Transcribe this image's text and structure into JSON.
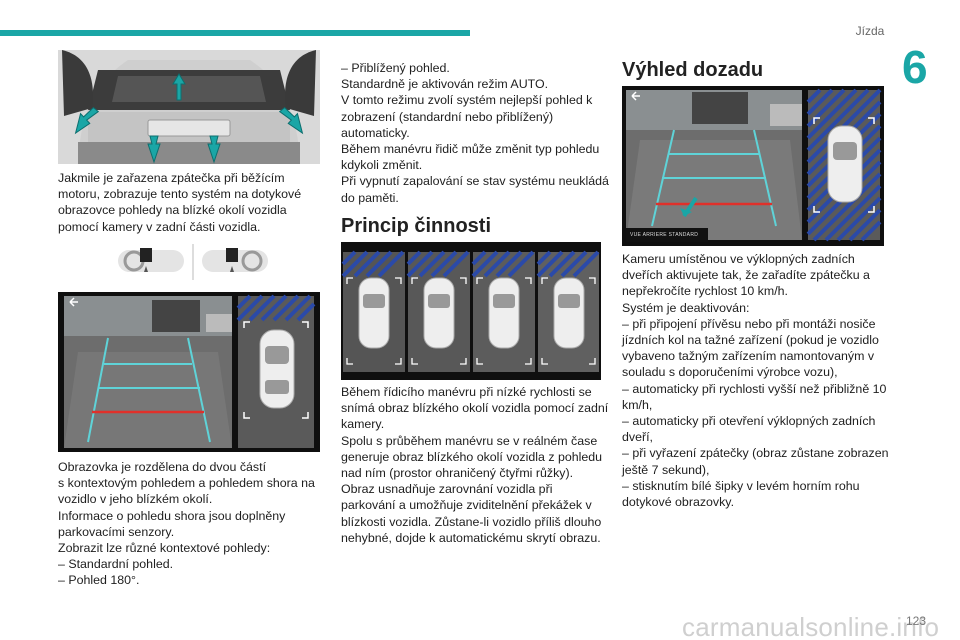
{
  "header": {
    "chapter_title": "Jízda",
    "chapter_number": "6",
    "page_number": "123"
  },
  "watermark": "carmanualsonline.info",
  "col1": {
    "p1": "Jakmile je zařazena zpátečka při běžícím motoru, zobrazuje tento systém na dotykové obrazovce pohledy na blízké okolí vozidla pomocí kamery v zadní části vozidla.",
    "p2": "Obrazovka je rozdělena do dvou částí\ns kontextovým pohledem a pohledem shora na vozidlo v jeho blízkém okolí.\nInformace o pohledu shora jsou doplněny parkovacími senzory.\nZobrazit lze různé kontextové pohledy:\n– Standardní pohled.\n– Pohled 180°."
  },
  "col2": {
    "p1": "– Přiblížený pohled.\nStandardně je aktivován režim AUTO.\nV tomto režimu zvolí systém nejlepší pohled k zobrazení (standardní nebo přiblížený) automaticky.\nBěhem manévru řidič může změnit typ pohledu kdykoli změnit.\nPři vypnutí zapalování se stav systému neukládá do paměti.",
    "heading": "Princip činnosti",
    "p2": "Během řídicího manévru při nízké rychlosti se snímá obraz blízkého okolí vozidla pomocí zadní kamery.\nSpolu s průběhem manévru se v reálném čase generuje obraz blízkého okolí vozidla z pohledu nad ním (prostor ohraničený čtyřmi růžky).\nObraz usnadňuje zarovnání vozidla při parkování a umožňuje zviditelnění překážek v blízkosti vozidla. Zůstane-li vozidlo příliš dlouho nehybné, dojde k automatickému skrytí obrazu."
  },
  "col3": {
    "heading": "Výhled dozadu",
    "image_caption": "VUE ARRIERE STANDARD",
    "p1": "Kameru umístěnou ve výklopných zadních dveřích aktivujete tak, že zařadíte zpátečku a nepřekročíte rychlost 10 km/h.\nSystém je deaktivován:\n– při připojení přívěsu nebo při montáži nosiče jízdních kol na tažné zařízení (pokud je vozidlo vybaveno tažným zařízením namontovaným v souladu s doporučeními výrobce vozu),\n– automaticky při rychlosti vyšší než přibližně 10 km/h,\n– automaticky při otevření výklopných zadních dveří,\n– při vyřazení zpátečky (obraz zůstane zobrazen ještě 7 sekund),\n– stisknutím bílé šipky v levém horním rohu dotykové obrazovky."
  },
  "colors": {
    "accent": "#1aa6a6",
    "guide_red": "#e0302a",
    "guide_cyan": "#5fd3d8",
    "hatch_blue": "#2b4aa8"
  }
}
